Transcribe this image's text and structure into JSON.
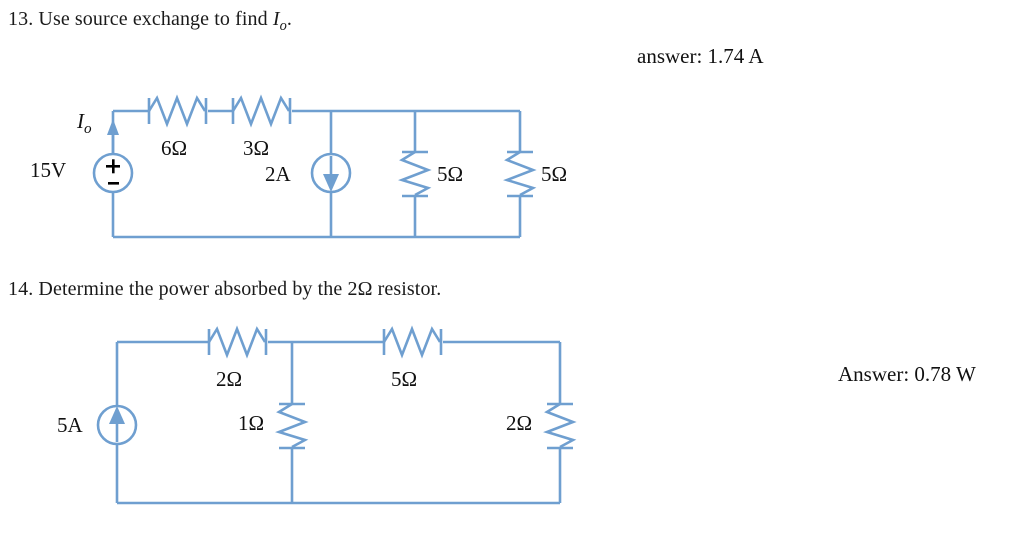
{
  "page": {
    "background": "#ffffff",
    "wire_color": "#6f9fd0",
    "text_color": "#111111"
  },
  "problems": [
    {
      "id": "13",
      "number": "13.",
      "prompt_before": "Use source exchange to find ",
      "prompt_symbol": "I",
      "prompt_subscript": "o",
      "prompt_after": ".",
      "full_text": "13. Use source exchange to find Io.",
      "answer": "answer: 1.74 A",
      "circuit": {
        "name": "circuit-1",
        "source_voltage_label": "15V",
        "source_plus": "+",
        "source_minus": "-",
        "current_label_symbol": "I",
        "current_label_subscript": "o",
        "resistors": [
          {
            "label": "6Ω",
            "orientation": "horizontal"
          },
          {
            "label": "3Ω",
            "orientation": "horizontal"
          },
          {
            "label": "5Ω",
            "orientation": "vertical"
          },
          {
            "label": "5Ω",
            "orientation": "vertical"
          }
        ],
        "current_source": {
          "label": "2A",
          "direction": "down"
        }
      }
    },
    {
      "id": "14",
      "number": "14.",
      "prompt_before": "Determine the power absorbed by the 2Ω resistor.",
      "full_text": "14.  Determine the power absorbed by the 2Ω resistor.",
      "answer": "Answer: 0.78 W",
      "circuit": {
        "name": "circuit-2",
        "current_source": {
          "label": "5A",
          "direction": "up"
        },
        "resistors": [
          {
            "label": "2Ω",
            "orientation": "horizontal"
          },
          {
            "label": "1Ω",
            "orientation": "vertical"
          },
          {
            "label": "5Ω",
            "orientation": "horizontal"
          },
          {
            "label": "2Ω",
            "orientation": "vertical"
          }
        ]
      }
    }
  ]
}
